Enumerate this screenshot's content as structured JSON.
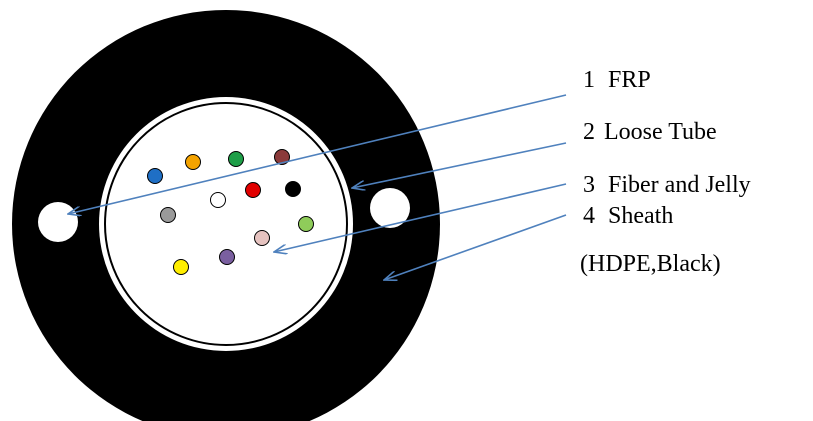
{
  "colors": {
    "sheath": "#000000",
    "tube_fill": "#ffffff",
    "tube_outline": "#000000",
    "arrow": "#4f81bd"
  },
  "labels": [
    {
      "number": "1",
      "text": "FRP"
    },
    {
      "number": "2",
      "text": "Loose Tube"
    },
    {
      "number": "3",
      "text": "Fiber and Jelly"
    },
    {
      "number": "4",
      "text": "Sheath",
      "subtext": "(HDPE,Black)"
    }
  ],
  "fibers": [
    {
      "color": "#1f6fc5",
      "name": "blue"
    },
    {
      "color": "#f4a300",
      "name": "orange"
    },
    {
      "color": "#1e9e48",
      "name": "green"
    },
    {
      "color": "#8b3a3a",
      "name": "brown"
    },
    {
      "color": "#9a9a9a",
      "name": "gray"
    },
    {
      "color": "#ffffff",
      "name": "white"
    },
    {
      "color": "#e10000",
      "name": "red"
    },
    {
      "color": "#000000",
      "name": "black"
    },
    {
      "color": "#8fcc5a",
      "name": "light-green"
    },
    {
      "color": "#e6c3c0",
      "name": "pink"
    },
    {
      "color": "#ffee00",
      "name": "yellow"
    },
    {
      "color": "#7a5fa0",
      "name": "purple"
    }
  ]
}
